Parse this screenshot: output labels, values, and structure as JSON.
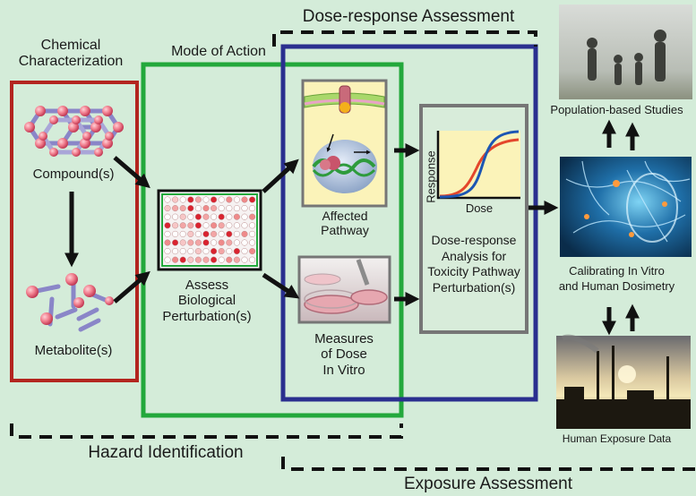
{
  "sections": {
    "dose_response": "Dose-response Assessment",
    "chemical_characterization": [
      "Chemical",
      "Characterization"
    ],
    "mode_of_action": "Mode of Action",
    "hazard_identification": "Hazard Identification",
    "exposure_assessment": "Exposure Assessment"
  },
  "nodes": {
    "compounds": "Compound(s)",
    "metabolites": "Metabolite(s)",
    "assess": [
      "Assess",
      "Biological",
      "Perturbation(s)"
    ],
    "affected": [
      "Affected",
      "Pathway"
    ],
    "measures": [
      "Measures",
      "of Dose",
      "In Vitro"
    ],
    "dr_analysis": [
      "Dose-response",
      "Analysis for",
      "Toxicity Pathway",
      "Perturbation(s)"
    ],
    "population": "Population-based Studies",
    "calibrating": [
      "Calibrating In Vitro",
      "and Human Dosimetry"
    ],
    "human_exposure": "Human Exposure Data"
  },
  "mini_chart": {
    "ylabel": "Response",
    "xlabel": "Dose",
    "colors": {
      "series_a": "#e4462b",
      "series_b": "#1d56b3",
      "bg": "#fbf3b9"
    }
  },
  "colors": {
    "background": "#d4ecd9",
    "red_box": "#b3251f",
    "green_box": "#23a83c",
    "blue_box": "#2a2f8f",
    "grey_box": "#767676",
    "arrow": "#111111"
  },
  "images": {
    "population_photo": "family-silhouette-photo",
    "brain_photo": "neural-network-head-photo",
    "factory_photo": "power-plant-sunset-photo",
    "petri_photo": "petri-dishes-photo",
    "pathway_photo": "cell-pathway-illustration",
    "plate_photo": "well-plate-assay"
  }
}
